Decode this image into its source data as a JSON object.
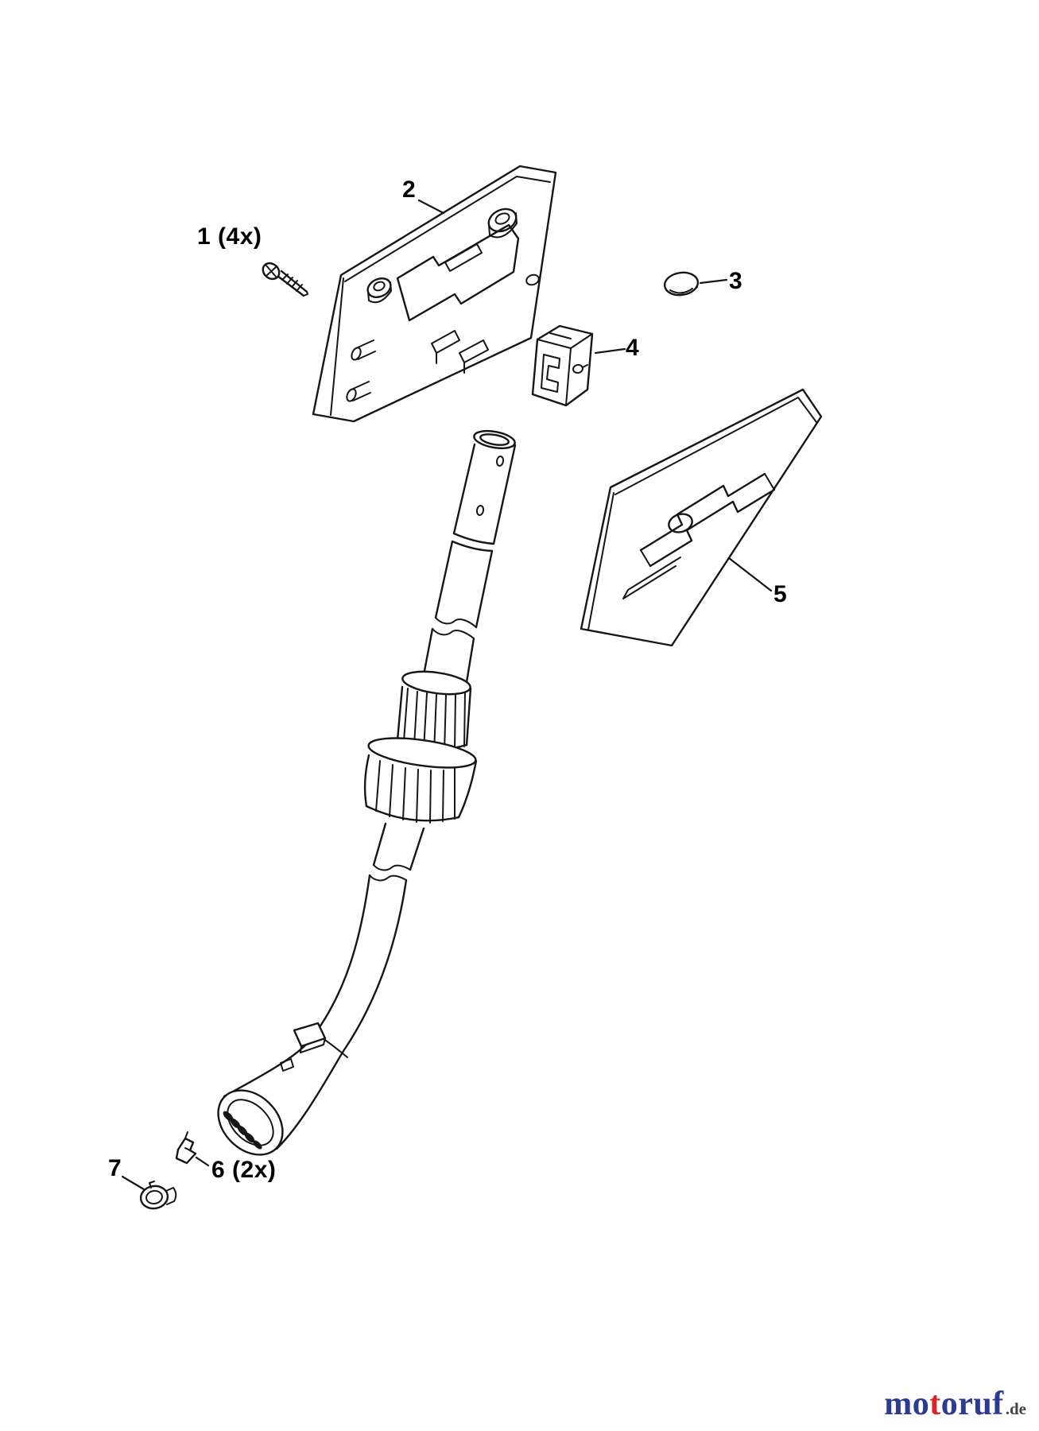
{
  "diagram": {
    "line_color": "#161616",
    "labels": [
      {
        "ref": "1",
        "text": "1 (4x)"
      },
      {
        "ref": "2",
        "text": "2"
      },
      {
        "ref": "3",
        "text": "3"
      },
      {
        "ref": "4",
        "text": "4"
      },
      {
        "ref": "5",
        "text": "5"
      },
      {
        "ref": "6",
        "text": "6 (2x)"
      },
      {
        "ref": "7",
        "text": "7"
      }
    ],
    "parts": [
      {
        "ref": "1",
        "icon": "screw-icon"
      },
      {
        "ref": "2",
        "icon": "upper-cover-plate-icon"
      },
      {
        "ref": "3",
        "icon": "cap-plug-icon"
      },
      {
        "ref": "4",
        "icon": "clamp-bracket-icon"
      },
      {
        "ref": "5",
        "icon": "lower-cover-plate-icon"
      },
      {
        "ref": "6",
        "icon": "clip-icon"
      },
      {
        "ref": "7",
        "icon": "button-plug-icon"
      }
    ]
  },
  "watermark": {
    "brand_prefix": "mo",
    "brand_accent": "t",
    "brand_suffix": "oruf",
    "tld": ".de",
    "brand_color": "#2b3a92",
    "accent_color": "#d6252b",
    "tld_color": "#444444"
  }
}
